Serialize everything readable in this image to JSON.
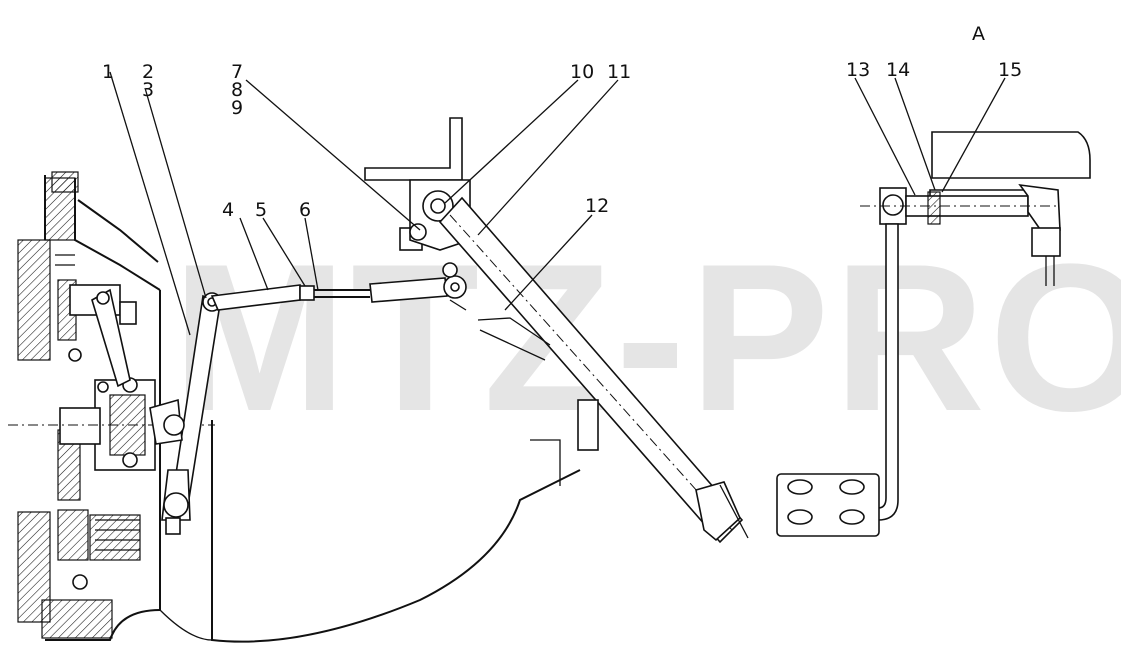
{
  "watermark": "MTZ-PRO",
  "view_label": "A",
  "callouts": [
    {
      "id": "1"
    },
    {
      "id": "2"
    },
    {
      "id": "3"
    },
    {
      "id": "4"
    },
    {
      "id": "5"
    },
    {
      "id": "6"
    },
    {
      "id": "7"
    },
    {
      "id": "8"
    },
    {
      "id": "9"
    },
    {
      "id": "10"
    },
    {
      "id": "11"
    },
    {
      "id": "12"
    },
    {
      "id": "13"
    },
    {
      "id": "14"
    },
    {
      "id": "15"
    }
  ]
}
